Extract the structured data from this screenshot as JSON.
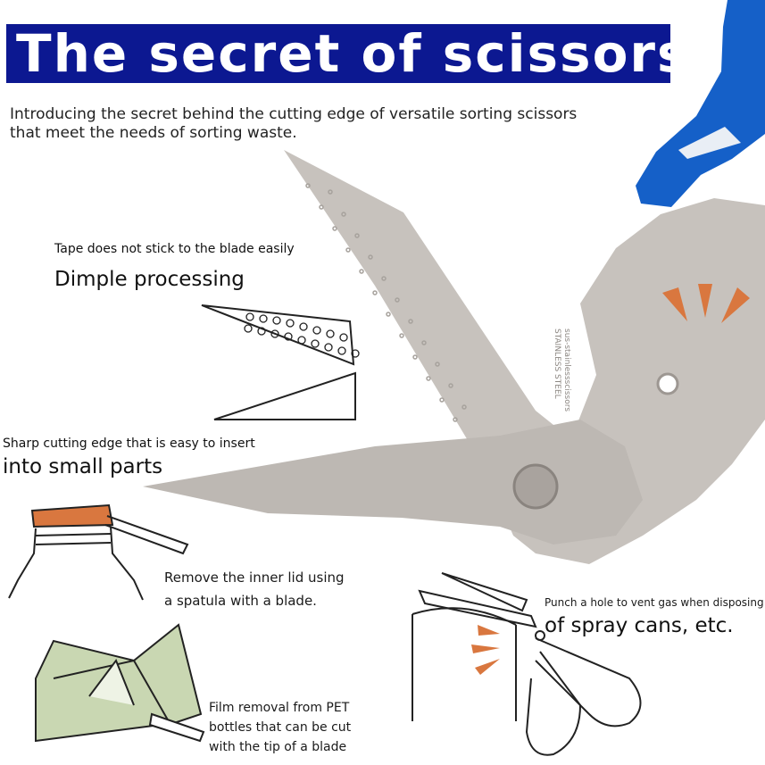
{
  "header": {
    "title": "The secret of scissors"
  },
  "intro": {
    "line1": "Introducing the secret behind the cutting edge of versatile sorting scissors",
    "line2": "that meet the needs of sorting waste."
  },
  "features": {
    "dimple": {
      "caption": "Tape does not stick to the blade easily",
      "heading": "Dimple processing"
    },
    "edge": {
      "caption": "Sharp cutting edge that is easy to insert",
      "heading": "into small parts"
    },
    "lid": {
      "line1": "Remove the inner lid using",
      "line2": "a spatula with a blade."
    },
    "spray": {
      "caption": "Punch a hole to vent gas when disposing",
      "heading": "of spray cans, etc."
    },
    "film": {
      "line1": "Film removal from PET",
      "line2": "bottles that can be cut",
      "line3": "with the tip of a blade"
    }
  },
  "blade_stamp": {
    "line1": "sus-stainlessscissors",
    "line2": "STAINLESS STEEL"
  },
  "colors": {
    "title_bg": "#0c1891",
    "handle_blue": "#1560c8",
    "steel": "#c7c2bd",
    "accent_orange": "#d9773f"
  }
}
